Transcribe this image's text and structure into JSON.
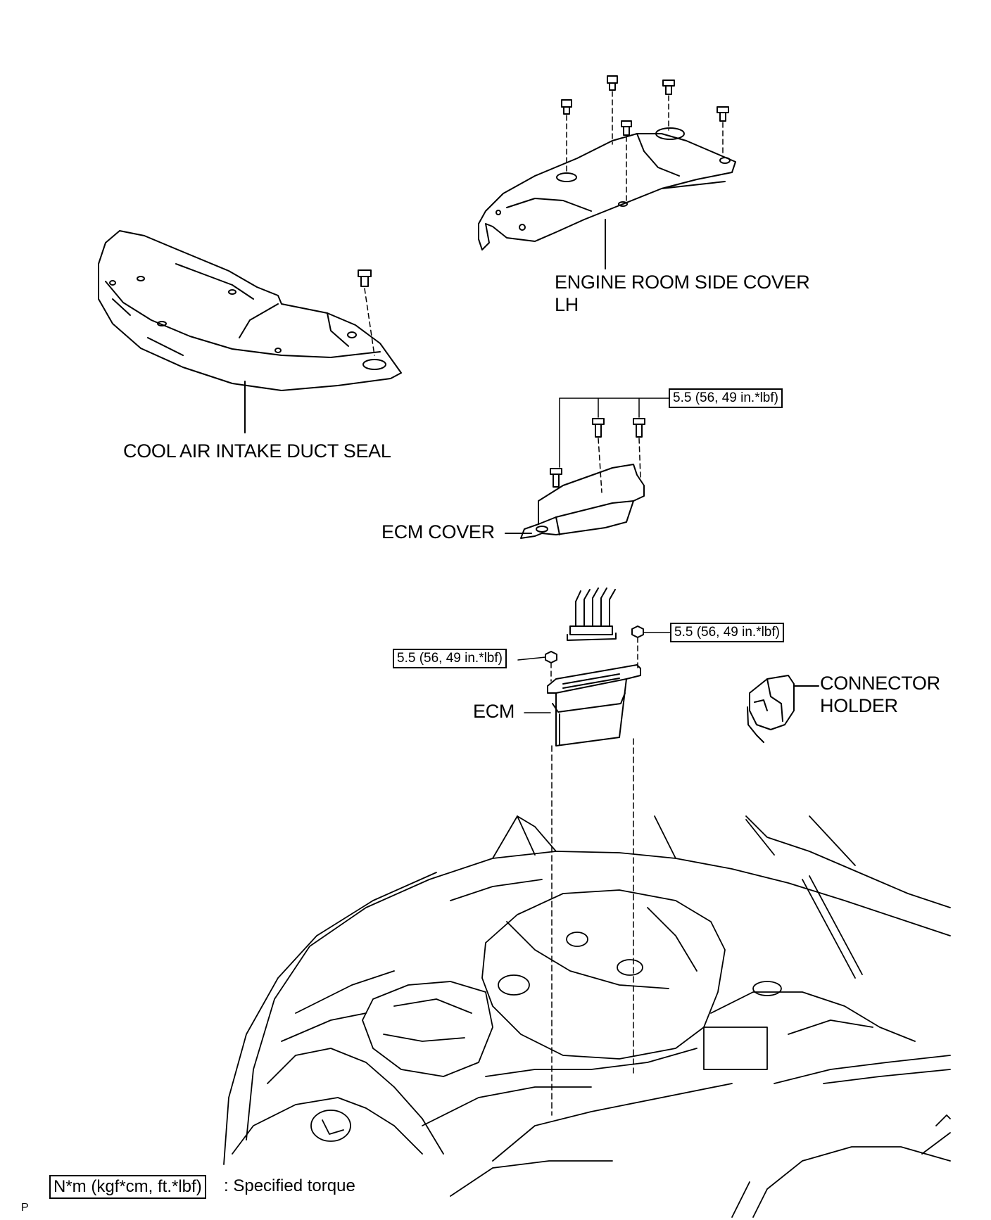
{
  "labels": {
    "engine_room_side_cover_line1": "ENGINE ROOM SIDE COVER",
    "engine_room_side_cover_line2": "LH",
    "cool_air_intake_duct_seal": "COOL AIR INTAKE DUCT SEAL",
    "ecm_cover": "ECM COVER",
    "ecm": "ECM",
    "connector_holder_line1": "CONNECTOR",
    "connector_holder_line2": "HOLDER"
  },
  "torque": {
    "ecm_cover_bolts": "5.5 (56, 49 in.*lbf)",
    "ecm_right_nut": "5.5 (56, 49 in.*lbf)",
    "ecm_left_nut": "5.5 (56, 49 in.*lbf)"
  },
  "legend": {
    "symbol": "N*m (kgf*cm, ft.*lbf)",
    "description": ": Specified torque"
  },
  "figure_code": "P"
}
